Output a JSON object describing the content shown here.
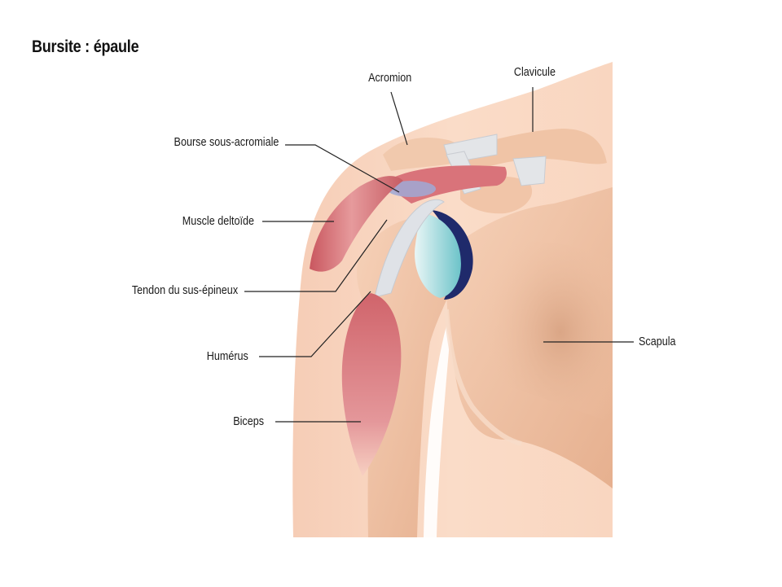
{
  "title": "Bursite : épaule",
  "labels": {
    "acromion": "Acromion",
    "clavicule": "Clavicule",
    "bourse": "Bourse sous-acromiale",
    "deltoide": "Muscle deltoïde",
    "tendon": "Tendon du sus-épineux",
    "humerus": "Humérus",
    "biceps": "Biceps",
    "scapula": "Scapula"
  },
  "colors": {
    "skin": "#f9d7c2",
    "bone": "#f1c5a8",
    "muscle": "#d9737a",
    "ligament": "#e3e5e8",
    "cartilage": "#9fd8dc",
    "socket_dark": "#1f2a6b",
    "leader_line": "#222222"
  }
}
